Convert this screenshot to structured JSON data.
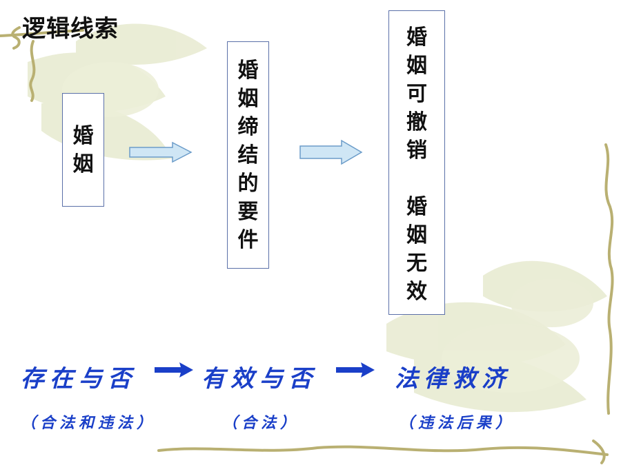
{
  "title": "逻辑线索",
  "boxes": [
    {
      "chars": [
        "婚",
        "姻"
      ]
    },
    {
      "chars": [
        "婚",
        "姻",
        "缔",
        "结",
        "的",
        "要",
        "件"
      ]
    },
    {
      "chars": [
        "婚",
        "姻",
        "可",
        "撤",
        "销",
        "",
        "婚",
        "姻",
        "无",
        "效"
      ]
    }
  ],
  "flow": {
    "items": [
      "存在与否",
      "有效与否",
      "法律救济"
    ],
    "notes": [
      "（合法和违法）",
      "（合法）",
      "（违法后果）"
    ]
  },
  "colors": {
    "flow_text": "#1a3fc8",
    "box_border": "#5a6fa8",
    "arrow_fill": "#cfe6f5",
    "arrow_stroke": "#6b9cc9",
    "decor": "#e3e6c6"
  }
}
